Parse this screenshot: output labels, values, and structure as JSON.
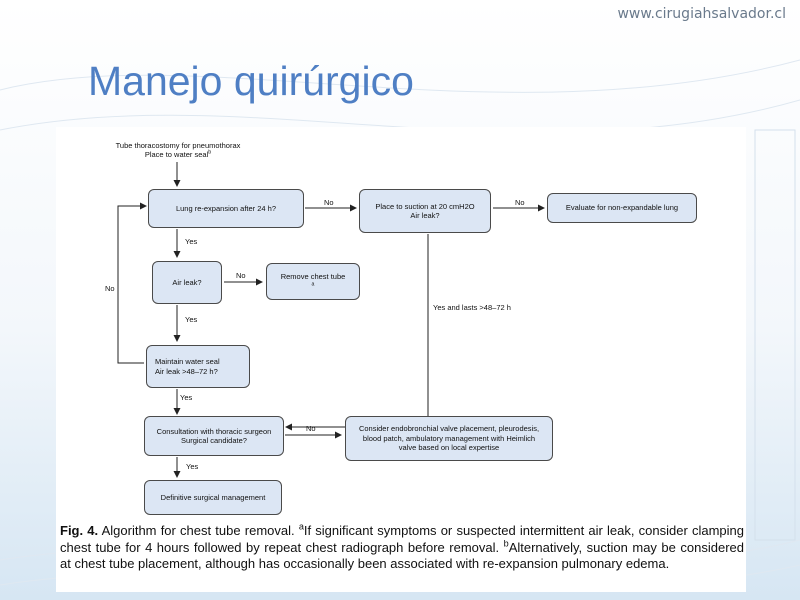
{
  "header": {
    "site_url": "www.cirugiahsalvador.cl"
  },
  "slide": {
    "title": "Manejo quirúrgico"
  },
  "flowchart": {
    "start_line1": "Tube thoracostomy for pneumothorax",
    "start_line2": "Place to water seal",
    "start_sup": "b",
    "nodes": {
      "reexpansion": "Lung re-expansion after 24 h?",
      "suction_l1": "Place to suction at 20 cmH2O",
      "suction_l2": "Air leak?",
      "evaluate": "Evaluate for non-expandable lung",
      "airleak": "Air leak?",
      "remove": "Remove chest tube",
      "remove_sup": "a",
      "maintain_l1": "Maintain water seal",
      "maintain_l2": "Air leak >48–72 h?",
      "consult_l1": "Consultation with thoracic surgeon",
      "consult_l2": "Surgical candidate?",
      "consider_l1": "Consider endobronchial valve placement, pleurodesis,",
      "consider_l2": "blood patch, ambulatory management with Heimlich",
      "consider_l3": "valve based on local expertise",
      "definitive": "Definitive surgical management"
    },
    "labels": {
      "no_1": "No",
      "no_2": "No",
      "yes_1": "Yes",
      "no_3": "No",
      "yes_2": "Yes",
      "no_loop": "No",
      "yes_lasts": "Yes and lasts >48–72 h",
      "yes_3": "Yes",
      "no_4": "No",
      "yes_4": "Yes"
    }
  },
  "caption": {
    "fig": "Fig. 4.",
    "t1": " Algorithm for chest tube removal. ",
    "sup_a": "a",
    "t2": "If significant symptoms or suspected intermittent air leak, consider clamping chest tube for 4 hours followed by repeat chest radiograph before removal. ",
    "sup_b": "b",
    "t3": "Alternatively, suction may be considered at chest tube placement, although has occasionally been associated with re-expansion pulmonary edema."
  }
}
